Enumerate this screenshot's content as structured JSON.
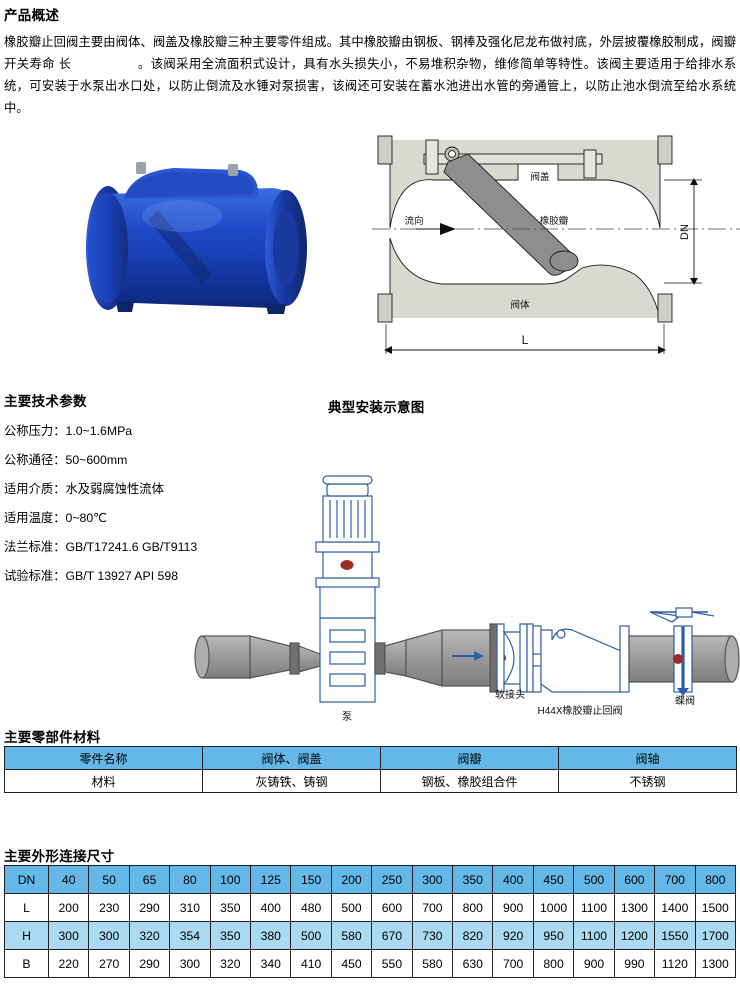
{
  "overview": {
    "title": "产品概述",
    "paragraph_part1": "橡胶瓣止回阀主要由阀体、阀盖及橡胶瓣三种主要零件组成。其中橡胶瓣由钢板、钢棒及强化尼龙布做衬底，外层披覆橡胶制成，阀瓣开关寿命 长",
    "paragraph_part2": "。该阀采用全流面积式设计，具有水头损失小，不易堆积杂物，维修简单等特性。该阀主要适用于给排水系统，可安装于水泵出水口处，以防止倒流及水锤对泵损害，该阀还可安装在蓄水池进出水管的旁通管上，以防止池水倒流至给水系统中。"
  },
  "cross_section": {
    "label_cover": "阀盖",
    "label_disc": "橡胶瓣",
    "label_flow": "流向",
    "label_body": "阀体",
    "label_dn": "DN",
    "label_l": "L"
  },
  "specs": {
    "title": "主要技术参数",
    "items": [
      "公称压力：1.0~1.6MPa",
      "公称通径：50~600mm",
      "适用介质：水及弱腐蚀性流体",
      "适用温度：0~80℃",
      "法兰标准：GB/T17241.6  GB/T9113",
      "试验标准：GB/T 13927  API 598"
    ]
  },
  "install": {
    "title": "典型安装示意图",
    "label_pump": "泵",
    "label_flex_joint": "软接头",
    "label_check_valve": "H44X橡胶瓣止回阀",
    "label_butterfly_valve": "蝶阀"
  },
  "materials": {
    "title": "主要零部件材料",
    "headers": [
      "零件名称",
      "阀体、阀盖",
      "阀瓣",
      "阀轴"
    ],
    "row": [
      "材料",
      "灰铸铁、铸钢",
      "钢板、橡胶组合件",
      "不锈钢"
    ]
  },
  "dimensions": {
    "title": "主要外形连接尺寸",
    "row_labels": [
      "DN",
      "L",
      "H",
      "B"
    ],
    "dn": [
      "40",
      "50",
      "65",
      "80",
      "100",
      "125",
      "150",
      "200",
      "250",
      "300",
      "350",
      "400",
      "450",
      "500",
      "600",
      "700",
      "800"
    ],
    "L": [
      "200",
      "230",
      "290",
      "310",
      "350",
      "400",
      "480",
      "500",
      "600",
      "700",
      "800",
      "900",
      "1000",
      "1100",
      "1300",
      "1400",
      "1500"
    ],
    "H": [
      "300",
      "300",
      "320",
      "354",
      "350",
      "380",
      "500",
      "580",
      "670",
      "730",
      "820",
      "920",
      "950",
      "1100",
      "1200",
      "1550",
      "1700"
    ],
    "B": [
      "220",
      "270",
      "290",
      "300",
      "320",
      "340",
      "410",
      "450",
      "550",
      "580",
      "630",
      "700",
      "800",
      "900",
      "990",
      "1120",
      "1300"
    ]
  },
  "colors": {
    "header_blue": "#63b8e8",
    "light_blue": "#a9daf2",
    "drawing_blue": "#2d5fa8",
    "valve_blue": "#1a4fc4",
    "accent_red": "#9e2a2a"
  }
}
